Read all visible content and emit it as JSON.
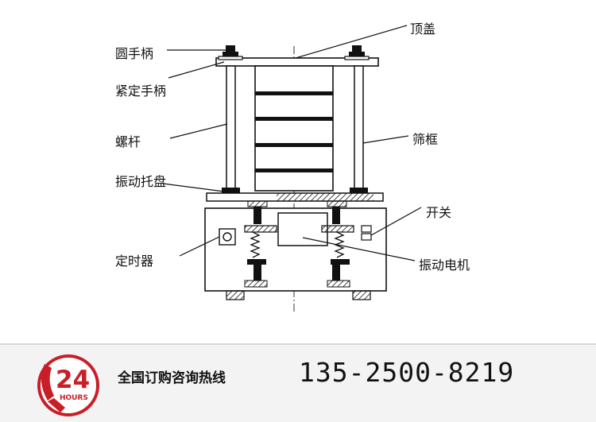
{
  "labels": {
    "round_handle": "圆手柄",
    "top_cover": "顶盖",
    "locking_handle": "紧定手柄",
    "screw_rod": "螺杆",
    "sieve_frame": "筛框",
    "vibration_tray": "振动托盘",
    "switch": "开关",
    "timer": "定时器",
    "vibration_motor": "振动电机"
  },
  "footer": {
    "hotline_label": "全国订购咨询热线",
    "hotline_number": "135-2500-8219",
    "logo_number": "24",
    "logo_text": "HOURS"
  },
  "colors": {
    "line": "#111111",
    "logo_red": "#c81e28",
    "footer_band": "#f3f3f3"
  }
}
